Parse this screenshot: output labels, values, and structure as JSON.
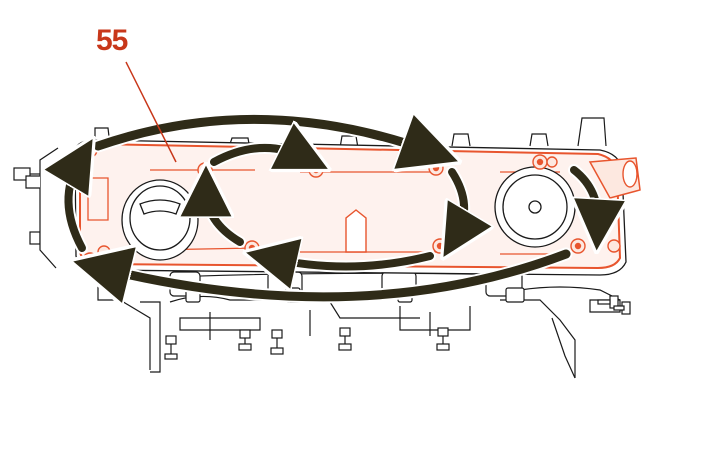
{
  "callout": {
    "label": "55"
  },
  "colors": {
    "callout": "#c8371a",
    "gasket_outline": "#e8552e",
    "gasket_fill": "#fde8e0",
    "arrow_fill": "#2f2b18",
    "arrow_edge": "#ffffff",
    "line_art": "#1a1a1a"
  },
  "tightening_sequence": {
    "arrow_count": 8,
    "arrow_style": "curved-dark-arrow"
  },
  "icons": [
    "oil-filler-cap-icon",
    "camshaft-sensor-icon",
    "bolt-icon"
  ]
}
